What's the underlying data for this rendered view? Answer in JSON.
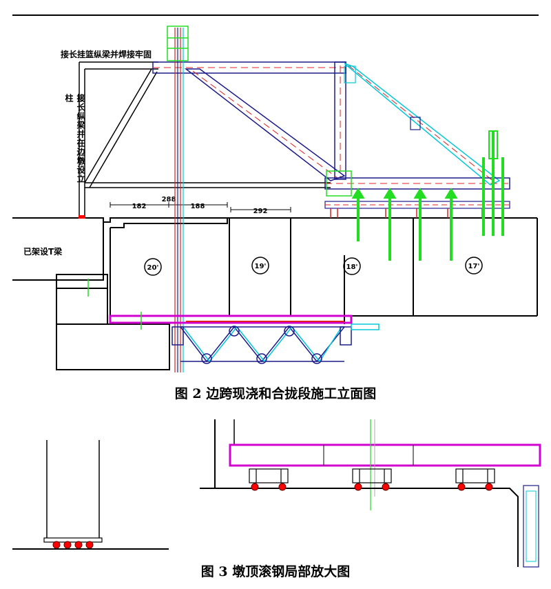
{
  "figure2": {
    "caption": "图 2  边跨现浇和合拢段施工立面图",
    "label_top": "接长挂篮纵梁并焊接牢固",
    "label_vertical": "接长纵梁并在边墩设立柱",
    "label_girder": "已架设T梁",
    "dim_labels": [
      "182",
      "188",
      "292",
      "288"
    ],
    "segments": [
      "20'",
      "19'",
      "18'",
      "17'"
    ]
  },
  "figure3": {
    "caption": "图 3  墩顶滚钢局部放大图"
  },
  "colors": {
    "structure": "#000000",
    "truss": "#1a1a8c",
    "cyan": "#00c8d8",
    "red_dash": "#e02020",
    "green": "#22dd22",
    "magenta": "#d000d0",
    "roller": "#ff0000"
  }
}
